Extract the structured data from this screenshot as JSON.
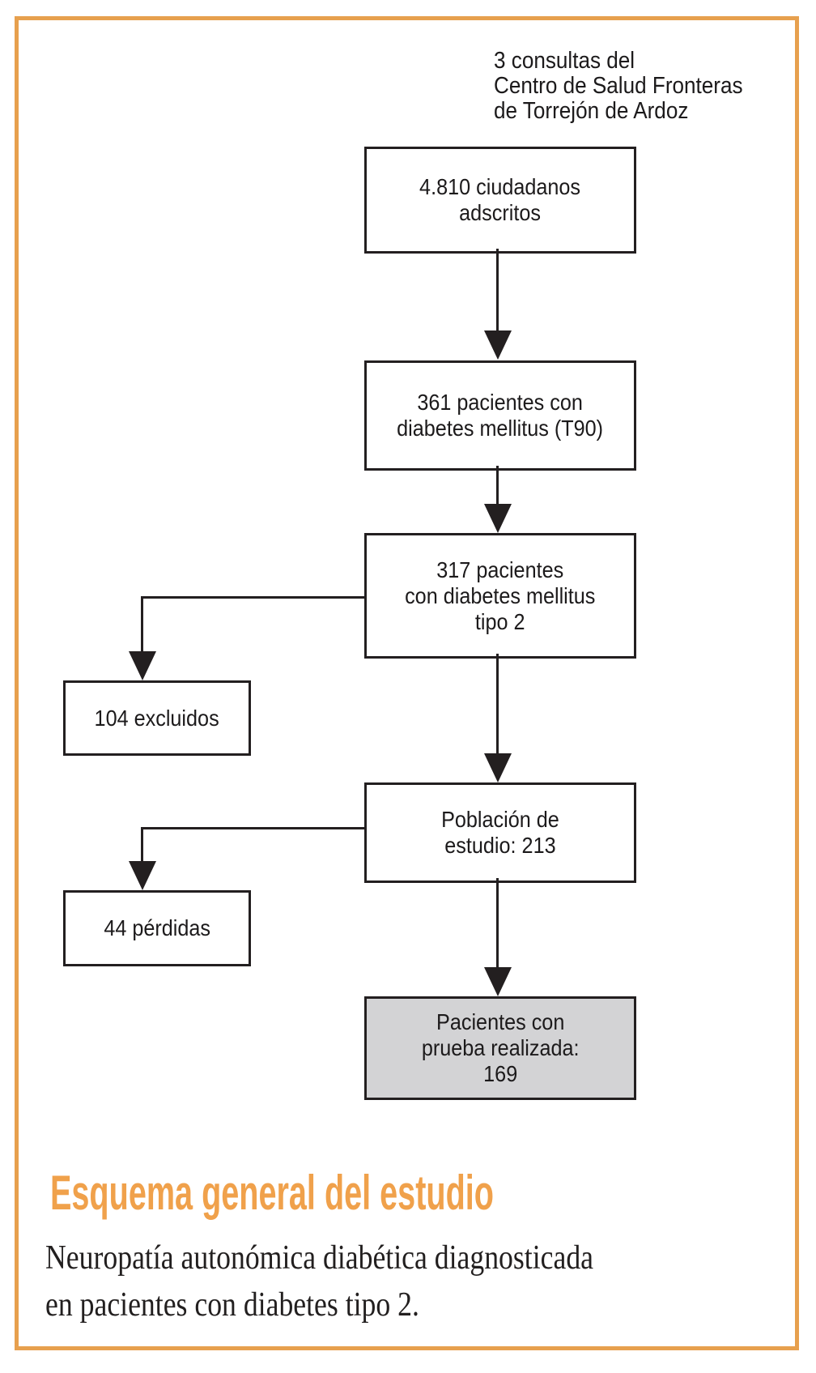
{
  "colors": {
    "frame_orange": "#e7a04e",
    "heading_orange": "#f0a14b",
    "ink": "#231f20",
    "highlight_gray": "#d3d3d5"
  },
  "annotation": {
    "line1": "3 consultas del",
    "line2": "Centro de Salud Fronteras",
    "line3": "de Torrejón de Ardoz"
  },
  "diagram": {
    "type": "flowchart",
    "nodes": [
      {
        "id": "ciudadanos-adscritos",
        "value": 4810,
        "lines": [
          "4.810 ciudadanos",
          "adscritos"
        ]
      },
      {
        "id": "diabetes-mellitus-t90",
        "value": 361,
        "lines": [
          "361 pacientes con",
          "diabetes mellitus (T90)"
        ]
      },
      {
        "id": "diabetes-tipo2",
        "value": 317,
        "lines": [
          "317 pacientes",
          "con diabetes mellitus",
          "tipo 2"
        ]
      },
      {
        "id": "excluidos",
        "value": 104,
        "lines": [
          "104 excluidos"
        ]
      },
      {
        "id": "poblacion-estudio",
        "value": 213,
        "lines": [
          "Población de",
          "estudio: 213"
        ]
      },
      {
        "id": "perdidas",
        "value": 44,
        "lines": [
          "44 pérdidas"
        ]
      },
      {
        "id": "prueba-realizada",
        "value": 169,
        "highlighted": true,
        "lines": [
          "Pacientes con",
          "prueba realizada:",
          "169"
        ]
      }
    ],
    "edges": [
      {
        "from": "ciudadanos-adscritos",
        "to": "diabetes-mellitus-t90"
      },
      {
        "from": "diabetes-mellitus-t90",
        "to": "diabetes-tipo2"
      },
      {
        "from": "diabetes-tipo2",
        "to": "excluidos"
      },
      {
        "from": "diabetes-tipo2",
        "to": "poblacion-estudio"
      },
      {
        "from": "poblacion-estudio",
        "to": "perdidas"
      },
      {
        "from": "poblacion-estudio",
        "to": "prueba-realizada"
      }
    ]
  },
  "heading": "Esquema general del estudio",
  "caption": {
    "line1": "Neuropatía autonómica diabética diagnosticada",
    "line2": "en pacientes con diabetes tipo 2."
  }
}
